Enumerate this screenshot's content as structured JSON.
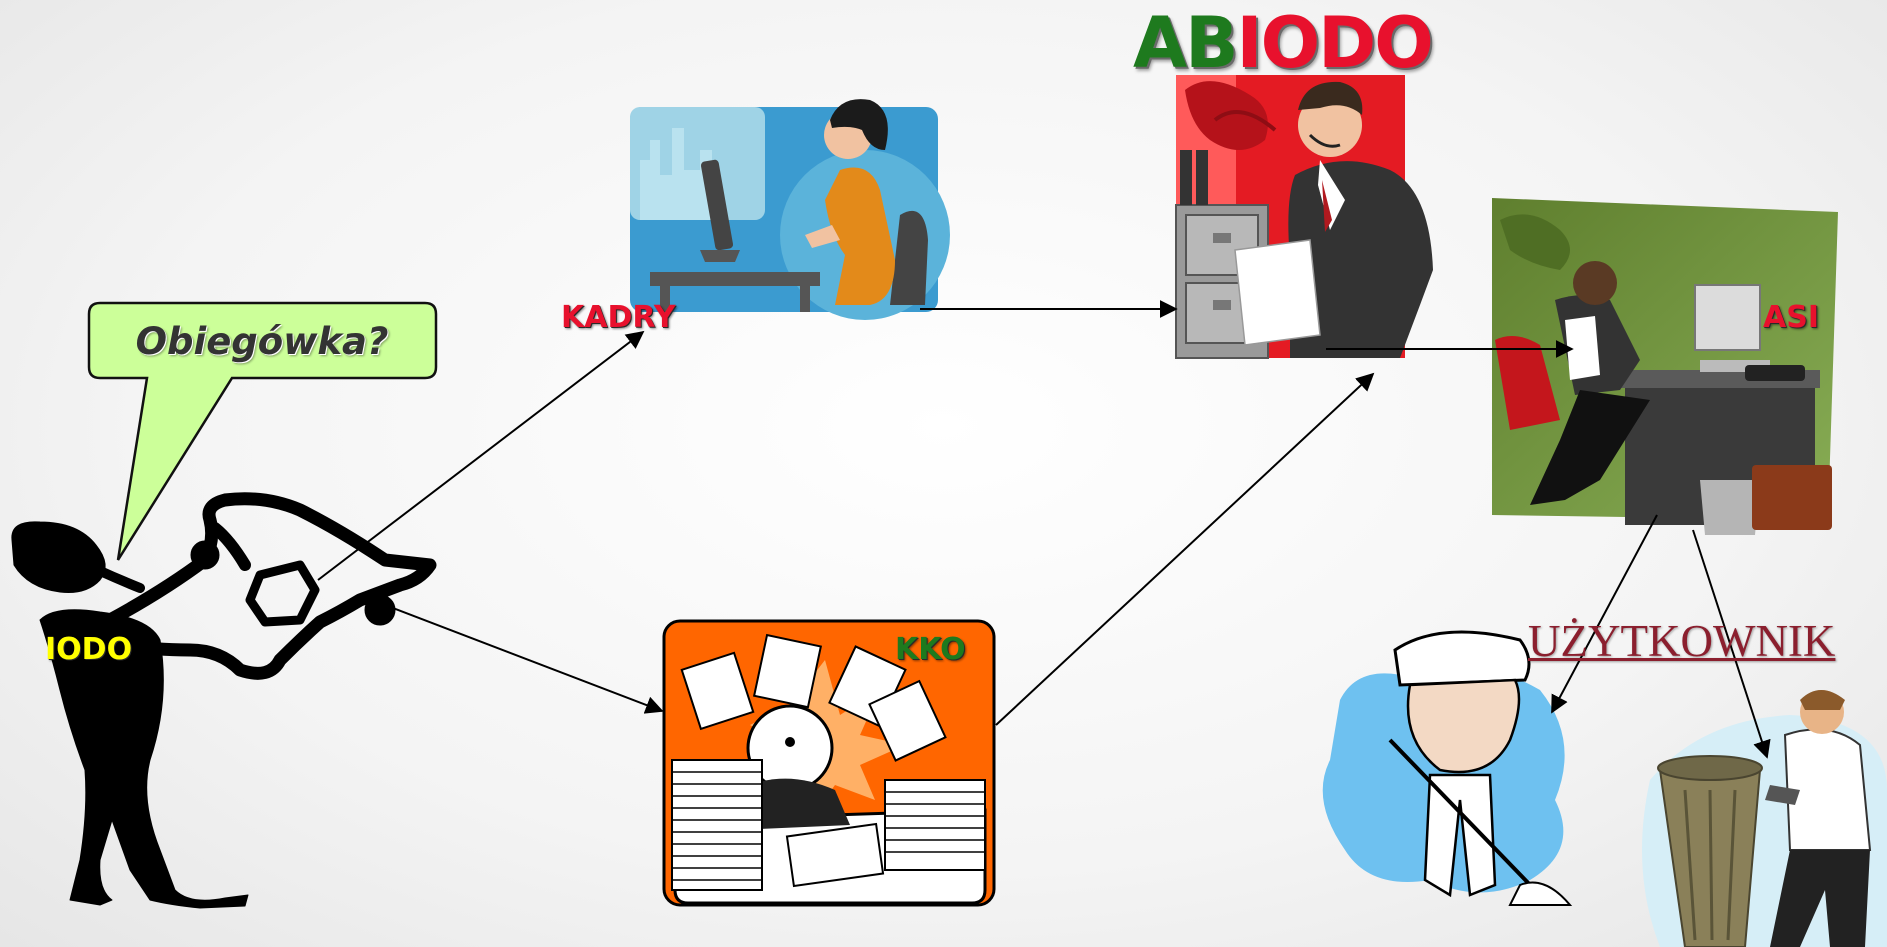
{
  "slide": {
    "speech_bubble": "Obiegówka?",
    "abiodo_part1": "AB",
    "abiodo_part2": "IODO",
    "user_label": "UŻYTKOWNIK"
  },
  "nodes": {
    "iodo": "IODO",
    "kadry": "KADRY",
    "kko": "KKO",
    "asi": "ASI"
  },
  "colors": {
    "green_label": "#1e7a1e",
    "red_label": "#e8112d",
    "yellow_label": "#ffff00",
    "kko_bg": "#ff6600",
    "kadry_bg": "#3b9bd0",
    "abiodo_bg": "#e41b23",
    "asi_bg": "#6b8e3a",
    "callout_fill": "#ccff99",
    "user_label": "#8b1f2e"
  }
}
